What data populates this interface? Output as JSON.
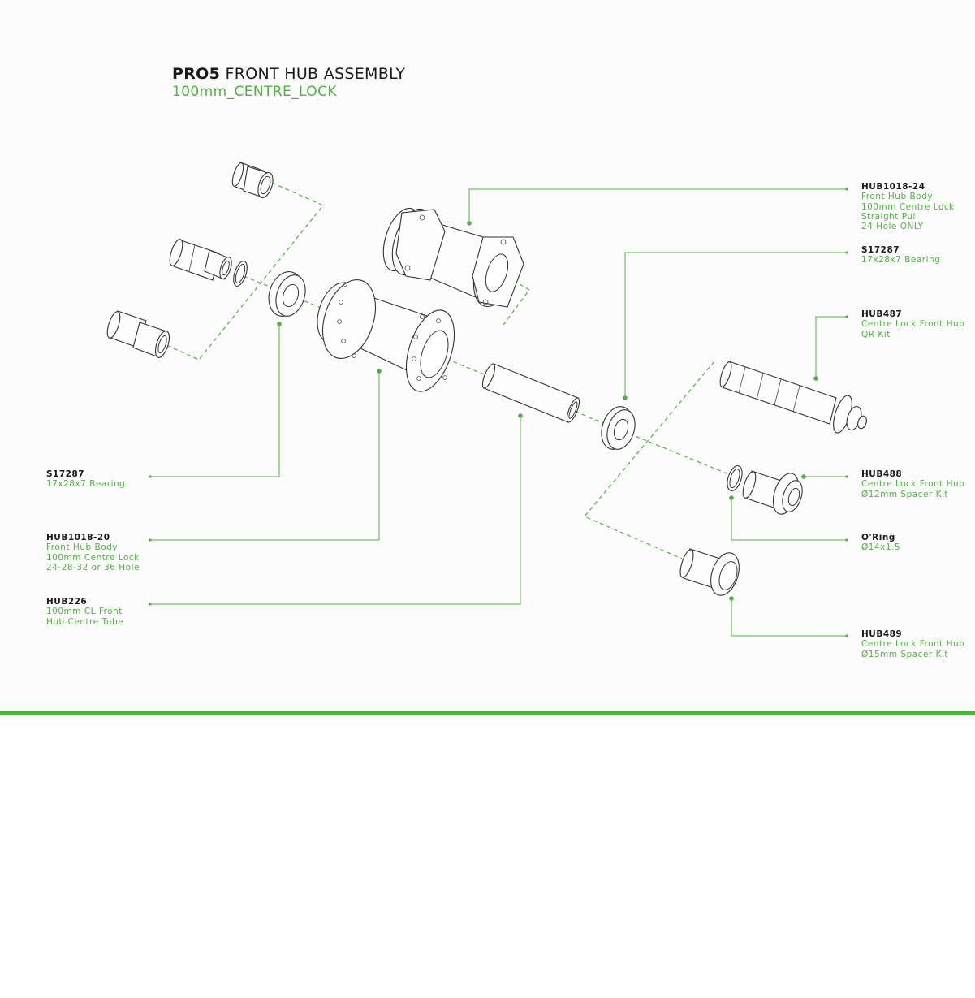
{
  "header": {
    "title_bold": "PRO5",
    "title_rest": "FRONT HUB ASSEMBLY",
    "subtitle": "100mm_CENTRE_LOCK"
  },
  "callouts": [
    {
      "code": "HUB1018-24",
      "lines": [
        "Front Hub Body",
        "100mm Centre Lock",
        "Straight Pull",
        "24 Hole ONLY"
      ]
    },
    {
      "code": "S17287",
      "lines": [
        "17x28x7 Bearing"
      ]
    },
    {
      "code": "HUB487",
      "lines": [
        "Centre Lock Front Hub",
        "QR Kit"
      ]
    },
    {
      "code": "HUB488",
      "lines": [
        "Centre Lock Front Hub",
        "Ø12mm Spacer Kit"
      ]
    },
    {
      "code": "O'Ring",
      "lines": [
        "Ø14x1.5"
      ]
    },
    {
      "code": "HUB489",
      "lines": [
        "Centre Lock Front Hub",
        "Ø15mm Spacer Kit"
      ]
    },
    {
      "code": "S17287",
      "lines": [
        "17x28x7 Bearing"
      ]
    },
    {
      "code": "HUB1018-20",
      "lines": [
        "Front Hub Body",
        "100mm Centre Lock",
        "24-28-32 or 36 Hole"
      ]
    },
    {
      "code": "HUB226",
      "lines": [
        "100mm CL Front",
        "Hub Centre Tube"
      ]
    }
  ],
  "colors": {
    "accent": "#4cb33d",
    "text": "#1a1a1a",
    "sheet": "#fcfcfc"
  }
}
